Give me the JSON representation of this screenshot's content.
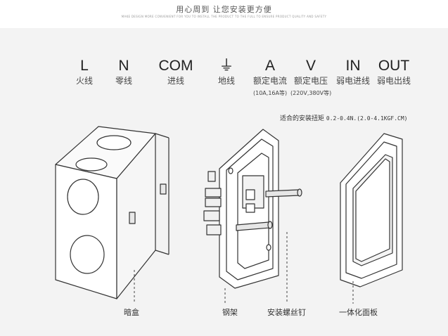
{
  "header": {
    "title": "用心周到 让您安装更方便",
    "subtitle": "MAKE DESIGN MORE CONVENIENT FOR YOU TO INSTALL THE PRODUCT TO THE FULL TO ENSURE PRODUCT QUALITY AND SAFETY"
  },
  "terminals": [
    {
      "symbol": "L",
      "label": "火线"
    },
    {
      "symbol": "N",
      "label": "零线"
    },
    {
      "symbol": "COM",
      "label": "进线"
    },
    {
      "symbol": "⏚",
      "label": "地线"
    },
    {
      "symbol": "A",
      "label": "额定电流"
    },
    {
      "symbol": "V",
      "label": "额定电压"
    },
    {
      "symbol": "IN",
      "label": "弱电进线"
    },
    {
      "symbol": "OUT",
      "label": "弱电出线"
    }
  ],
  "notes": {
    "current": "(10A,16A等)",
    "voltage": "(220V,380V等)"
  },
  "torque": {
    "label": "适合的安装扭矩",
    "value": "0.2-0.4N.(2.0-4.1KGF.CM)"
  },
  "parts": {
    "box": "暗盒",
    "frame": "钢架",
    "screw": "安装螺丝钉",
    "panel": "一体化面板"
  }
}
